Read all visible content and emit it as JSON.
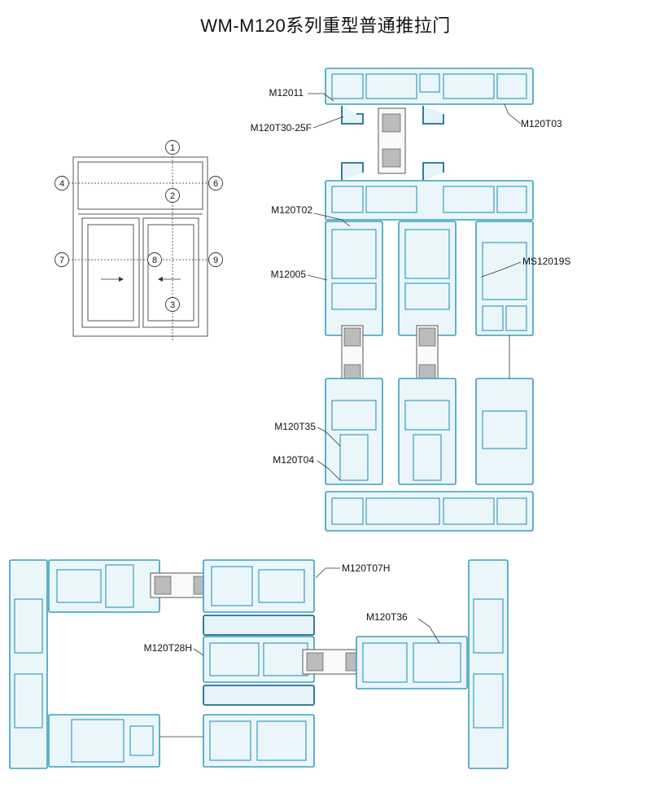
{
  "title": "WM-M120系列重型普通推拉门",
  "elevation": {
    "markers": [
      "1",
      "2",
      "3",
      "4",
      "6",
      "7",
      "8",
      "9"
    ]
  },
  "labels": {
    "m12011": "M12011",
    "m120t30_25f": "M120T30-25F",
    "m120t03": "M120T03",
    "m120t02": "M120T02",
    "ms12019s": "MS12019S",
    "m12005": "M12005",
    "m120t35": "M120T35",
    "m120t04": "M120T04",
    "m120t07h": "M120T07H",
    "m120t36": "M120T36",
    "m120t28h": "M120T28H"
  },
  "colors": {
    "profile_stroke": "#3a9ec0",
    "profile_dark": "#1f6f8f",
    "profile_fill": "#eaf6fa"
  }
}
